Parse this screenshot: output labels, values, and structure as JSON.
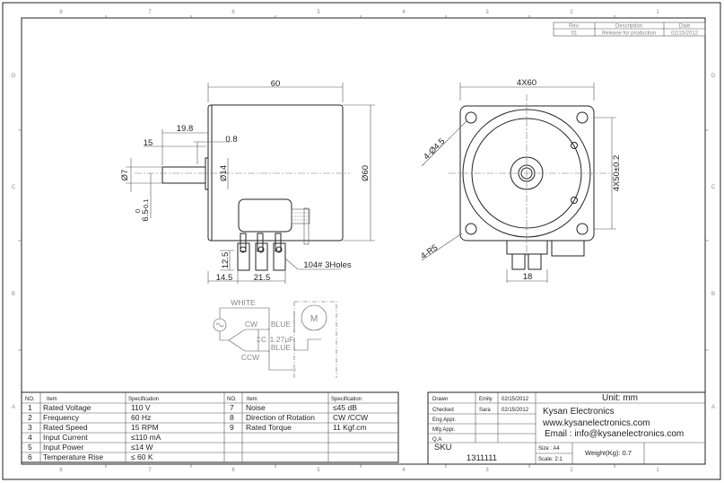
{
  "zones": {
    "columns": [
      "8",
      "7",
      "6",
      "5",
      "4",
      "3",
      "2",
      "1"
    ],
    "rows": [
      "D",
      "C",
      "B",
      "A"
    ]
  },
  "revision_table": {
    "headers": [
      "Rev.",
      "Description",
      "Date"
    ],
    "rows": [
      [
        "01",
        "Release for production",
        "02/15/2012"
      ]
    ]
  },
  "side_view": {
    "dim_length": "60",
    "dim_shaft_total": "19.8",
    "dim_shaft": "15",
    "dim_flange": "0.8",
    "dim_shaft_dia": "Ø7",
    "dim_flat": "6.5",
    "dim_flat_tol_upper": "0",
    "dim_flat_tol_lower": "-0.1",
    "dim_boss_dia": "Ø14",
    "dim_body_dia": "Ø60",
    "dim_terminal_height": "12.5",
    "dim_terminal_offset": "14.5",
    "dim_terminal_span": "21.5",
    "note_holes": "104# 3Holes"
  },
  "front_view": {
    "dim_width": "4X60",
    "dim_holes": "4-Ø4.5",
    "dim_radius": "4-R5",
    "dim_hole_pitch": "4X50±0.2",
    "dim_connector": "18"
  },
  "wiring": {
    "white": "WHITE",
    "cw": "CW",
    "ccw": "CCW",
    "blue1": "BLUE",
    "blue2": "BLUE",
    "capacitor": "C",
    "capacitance": "1.27μF",
    "motor": "M"
  },
  "spec_table": {
    "headers": [
      "NO.",
      "Item",
      "Specification",
      "NO.",
      "Item",
      "Specification"
    ],
    "left": [
      {
        "no": "1",
        "item": "Rated Voltage",
        "spec": "110 V"
      },
      {
        "no": "2",
        "item": "Frequency",
        "spec": "60 Hz"
      },
      {
        "no": "3",
        "item": "Rated Speed",
        "spec": "15 RPM"
      },
      {
        "no": "4",
        "item": "Input Current",
        "spec": "≤110 mA"
      },
      {
        "no": "5",
        "item": "Input Power",
        "spec": "≤14 W"
      },
      {
        "no": "6",
        "item": "Temperature Rise",
        "spec": "≤ 60 K"
      }
    ],
    "right": [
      {
        "no": "7",
        "item": "Noise",
        "spec": "≤45 dB"
      },
      {
        "no": "8",
        "item": "Direction of Rotation",
        "spec": "CW /CCW"
      },
      {
        "no": "9",
        "item": "Rated Torque",
        "spec": "11 Kgf.cm"
      }
    ]
  },
  "title_block": {
    "approvals": [
      {
        "label": "Drawn",
        "name": "Emily",
        "date": "02/15/2012"
      },
      {
        "label": "Checked",
        "name": "Sara",
        "date": "02/15/2012"
      },
      {
        "label": "Eng Appr.",
        "name": "",
        "date": ""
      },
      {
        "label": "Mfg Appr.",
        "name": "",
        "date": ""
      },
      {
        "label": "Q.A",
        "name": "",
        "date": ""
      }
    ],
    "sku_label": "SKU",
    "sku": "1311111",
    "unit": "Unit: mm",
    "company": "Kysan Electronics",
    "website": "www.kysanelectronics.com",
    "email": "Email : info@kysanelectronics.com",
    "size": "Size : A4",
    "scale": "Scale: 2:1",
    "weight": "Weight(Kg): 0.7"
  }
}
